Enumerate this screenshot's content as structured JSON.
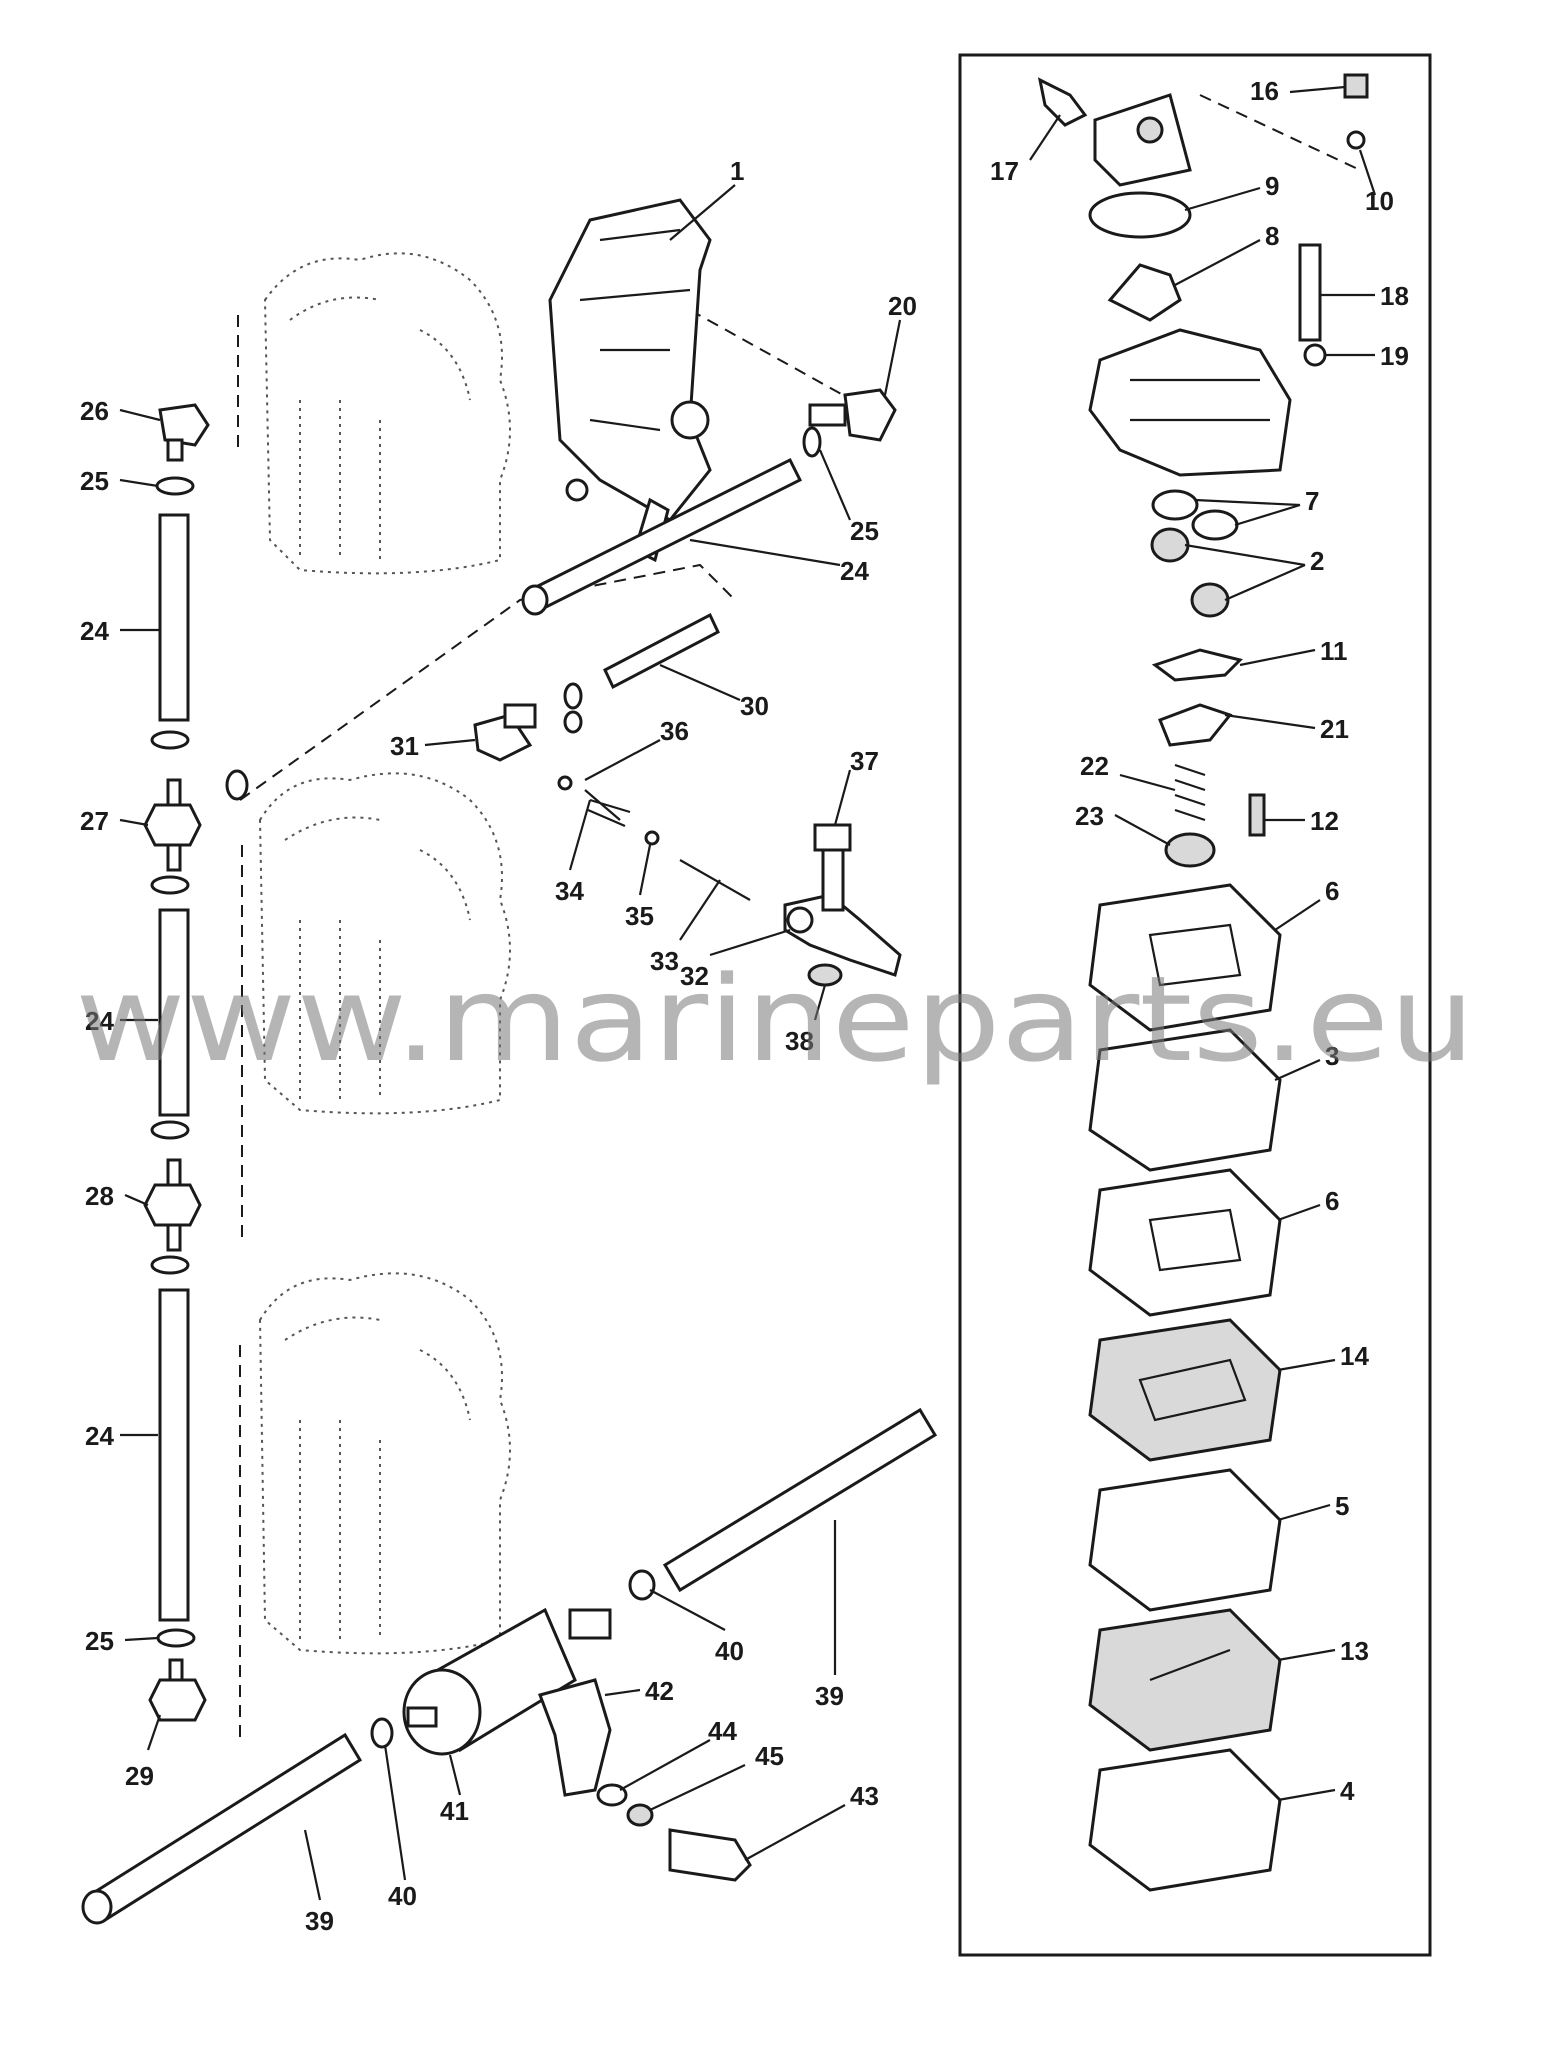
{
  "watermark": "www.marineparts.eu",
  "labels": [
    {
      "id": "l1",
      "text": "1"
    },
    {
      "id": "l20",
      "text": "20"
    },
    {
      "id": "l26",
      "text": "26"
    },
    {
      "id": "l25a",
      "text": "25"
    },
    {
      "id": "l25b",
      "text": "25"
    },
    {
      "id": "l24a",
      "text": "24"
    },
    {
      "id": "l24b",
      "text": "24"
    },
    {
      "id": "l30",
      "text": "30"
    },
    {
      "id": "l31",
      "text": "31"
    },
    {
      "id": "l36",
      "text": "36"
    },
    {
      "id": "l27",
      "text": "27"
    },
    {
      "id": "l37",
      "text": "37"
    },
    {
      "id": "l34",
      "text": "34"
    },
    {
      "id": "l35",
      "text": "35"
    },
    {
      "id": "l33",
      "text": "33"
    },
    {
      "id": "l32",
      "text": "32"
    },
    {
      "id": "l38",
      "text": "38"
    },
    {
      "id": "l24c",
      "text": "24"
    },
    {
      "id": "l28",
      "text": "28"
    },
    {
      "id": "l24d",
      "text": "24"
    },
    {
      "id": "l25c",
      "text": "25"
    },
    {
      "id": "l29",
      "text": "29"
    },
    {
      "id": "l39a",
      "text": "39"
    },
    {
      "id": "l40a",
      "text": "40"
    },
    {
      "id": "l42",
      "text": "42"
    },
    {
      "id": "l44",
      "text": "44"
    },
    {
      "id": "l45",
      "text": "45"
    },
    {
      "id": "l43",
      "text": "43"
    },
    {
      "id": "l41",
      "text": "41"
    },
    {
      "id": "l40b",
      "text": "40"
    },
    {
      "id": "l39b",
      "text": "39"
    },
    {
      "id": "l16",
      "text": "16"
    },
    {
      "id": "l17",
      "text": "17"
    },
    {
      "id": "l10",
      "text": "10"
    },
    {
      "id": "l9",
      "text": "9"
    },
    {
      "id": "l8",
      "text": "8"
    },
    {
      "id": "l18",
      "text": "18"
    },
    {
      "id": "l19",
      "text": "19"
    },
    {
      "id": "l7",
      "text": "7"
    },
    {
      "id": "l2",
      "text": "2"
    },
    {
      "id": "l11",
      "text": "11"
    },
    {
      "id": "l21",
      "text": "21"
    },
    {
      "id": "l22",
      "text": "22"
    },
    {
      "id": "l12",
      "text": "12"
    },
    {
      "id": "l23",
      "text": "23"
    },
    {
      "id": "l6a",
      "text": "6"
    },
    {
      "id": "l3",
      "text": "3"
    },
    {
      "id": "l6b",
      "text": "6"
    },
    {
      "id": "l14",
      "text": "14"
    },
    {
      "id": "l5",
      "text": "5"
    },
    {
      "id": "l13",
      "text": "13"
    },
    {
      "id": "l4",
      "text": "4"
    }
  ]
}
